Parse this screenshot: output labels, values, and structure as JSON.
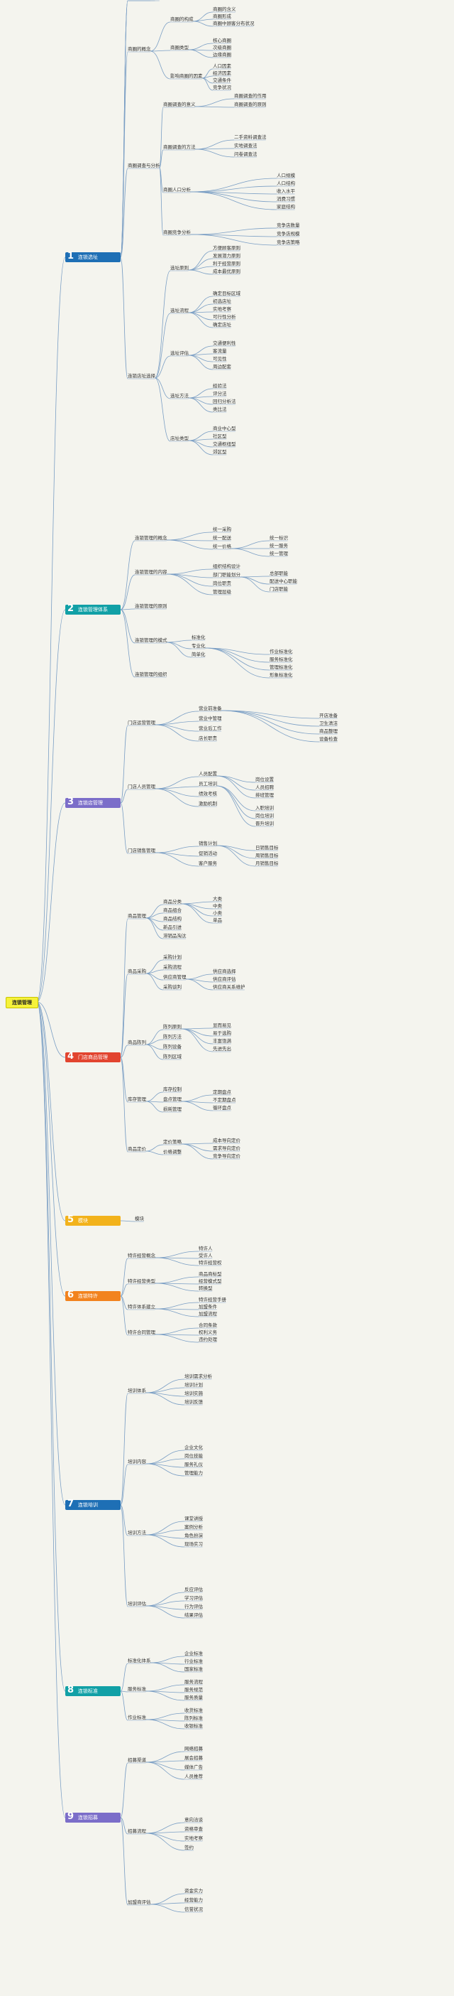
{
  "root": "连锁管理",
  "colors": {
    "b1": "#1e6fb5",
    "b2": "#11a0a6",
    "b3": "#7b6dc9",
    "b4": "#e2442f",
    "b5": "#f2b21b",
    "b6": "#f2831e",
    "b7": "#1e6fb5",
    "b8": "#11a0a6",
    "b9": "#7b6dc9",
    "line": "#7a9ec4"
  },
  "branches": [
    {
      "num": "1",
      "label": "连锁选址"
    },
    {
      "num": "2",
      "label": "连锁管理体系"
    },
    {
      "num": "3",
      "label": "连锁店管理"
    },
    {
      "num": "4",
      "label": "门店商品管理"
    },
    {
      "num": "5",
      "label": "模块"
    },
    {
      "num": "6",
      "label": "连锁特许"
    },
    {
      "num": "7",
      "label": "连锁培训"
    },
    {
      "num": "8",
      "label": "连锁标准"
    },
    {
      "num": "9",
      "label": "连锁招募"
    }
  ],
  "b1": {
    "l2": [
      "商圈的概念",
      "商圈调查与分析",
      "连锁店址选择"
    ],
    "a": [
      "商圈的构成",
      "商圈类型",
      "影响商圈的因素"
    ],
    "a1": [
      "商圈的含义",
      "商圈形成",
      "商圈中顾客分布状况"
    ],
    "a2": [
      "核心商圈",
      "次级商圈",
      "边缘商圈"
    ],
    "a3": [
      "人口因素",
      "经济因素",
      "交通条件",
      "竞争状况"
    ],
    "b": [
      "商圈调查的意义",
      "商圈调查的方法",
      "商圈人口分析",
      "商圈竞争分析"
    ],
    "b1": [
      "商圈调查的作用",
      "商圈调查的原则"
    ],
    "b2": [
      "二手资料调查法",
      "实地调查法",
      "问卷调查法"
    ],
    "b3": [
      "人口规模",
      "人口结构",
      "收入水平",
      "消费习惯",
      "家庭结构"
    ],
    "b4": [
      "竞争店数量",
      "竞争店规模",
      "竞争店策略"
    ],
    "c": [
      "选址原则",
      "选址流程",
      "选址评估",
      "选址方法",
      "店址类型"
    ],
    "c1": [
      "方便顾客原则",
      "发展潜力原则",
      "利于经营原则",
      "成本最优原则"
    ],
    "c2": [
      "确定目标区域",
      "初选店址",
      "实地考察",
      "可行性分析",
      "确定店址"
    ],
    "c3": [
      "交通便利性",
      "客流量",
      "可见性",
      "周边配套"
    ],
    "c4": [
      "经验法",
      "评分法",
      "回归分析法",
      "类比法"
    ],
    "c5": [
      "商业中心型",
      "社区型",
      "交通枢纽型",
      "郊区型"
    ]
  },
  "b2": {
    "l2": [
      "连锁管理的概念",
      "连锁管理的内容",
      "连锁管理的原则",
      "连锁管理的模式",
      "连锁管理的组织"
    ],
    "a": [
      "统一采购",
      "统一配送",
      "统一价格"
    ],
    "a1": [
      "统一标识",
      "统一服务",
      "统一管理"
    ],
    "b": [
      "组织结构设计",
      "部门职能划分",
      "岗位职责",
      "管理层级"
    ],
    "b1": [
      "总部职能",
      "配送中心职能",
      "门店职能"
    ],
    "c": [
      "标准化",
      "专业化",
      "简单化"
    ],
    "c1": [
      "作业标准化",
      "服务标准化",
      "管理标准化",
      "形象标准化"
    ]
  },
  "b3": {
    "l2": [
      "门店运营管理",
      "门店人员管理",
      "门店销售管理"
    ],
    "a": [
      "营业前准备",
      "营业中管理",
      "营业后工作",
      "店长职责"
    ],
    "a1": [
      "开店准备",
      "卫生清洁",
      "商品整理",
      "设备检查"
    ],
    "b": [
      "人员配置",
      "员工培训",
      "绩效考核",
      "激励机制"
    ],
    "b1": [
      "岗位设置",
      "人员招聘",
      "排班管理"
    ],
    "b2": [
      "入职培训",
      "岗位培训",
      "晋升培训"
    ],
    "c": [
      "销售计划",
      "促销活动",
      "客户服务"
    ],
    "c1": [
      "日销售目标",
      "周销售目标",
      "月销售目标"
    ]
  },
  "b4": {
    "l2": [
      "商品管理",
      "商品采购",
      "商品陈列",
      "库存管理",
      "商品定价"
    ],
    "a": [
      "商品分类",
      "商品组合",
      "商品结构",
      "新品引进",
      "滞销品淘汰"
    ],
    "a1": [
      "大类",
      "中类",
      "小类",
      "单品"
    ],
    "b": [
      "采购计划",
      "采购流程",
      "供应商管理",
      "采购谈判"
    ],
    "b1": [
      "供应商选择",
      "供应商评估",
      "供应商关系维护"
    ],
    "c": [
      "陈列原则",
      "陈列方法",
      "陈列设备",
      "陈列区域"
    ],
    "c1": [
      "显而易见",
      "易于选购",
      "丰富饱满",
      "先进先出"
    ],
    "d": [
      "库存控制",
      "盘点管理",
      "损耗管理"
    ],
    "d1": [
      "定期盘点",
      "不定期盘点",
      "循环盘点"
    ],
    "e": [
      "定价策略",
      "价格调整"
    ],
    "e1": [
      "成本导向定价",
      "需求导向定价",
      "竞争导向定价"
    ]
  },
  "b5": {
    "note": "模块"
  },
  "b6": {
    "l2": [
      "特许经营概念",
      "特许经营类型",
      "特许体系建立",
      "特许合同管理"
    ],
    "a": [
      "特许人",
      "受许人",
      "特许经营权"
    ],
    "b": [
      "商品商标型",
      "经营模式型",
      "转换型"
    ],
    "c": [
      "特许经营手册",
      "加盟条件",
      "加盟流程"
    ],
    "d": [
      "合同条款",
      "权利义务",
      "违约处理"
    ]
  },
  "b7": {
    "l2": [
      "培训体系",
      "培训内容",
      "培训方法",
      "培训评估"
    ],
    "a": [
      "培训需求分析",
      "培训计划",
      "培训实施",
      "培训反馈"
    ],
    "b": [
      "企业文化",
      "岗位技能",
      "服务礼仪",
      "管理能力"
    ],
    "c": [
      "课堂讲授",
      "案例分析",
      "角色扮演",
      "现场实习"
    ],
    "d": [
      "反应评估",
      "学习评估",
      "行为评估",
      "结果评估"
    ]
  },
  "b8": {
    "l2": [
      "标准化体系",
      "服务标准",
      "作业标准"
    ],
    "a": [
      "企业标准",
      "行业标准",
      "国家标准"
    ],
    "b": [
      "服务流程",
      "服务规范",
      "服务质量"
    ],
    "c": [
      "收货标准",
      "陈列标准",
      "收银标准"
    ]
  },
  "b9": {
    "l2": [
      "招募渠道",
      "招募流程",
      "加盟商评估"
    ],
    "a": [
      "网络招募",
      "展会招募",
      "媒体广告",
      "人员推荐"
    ],
    "b": [
      "意向洽谈",
      "资格审查",
      "实地考察",
      "签约"
    ],
    "c": [
      "资金实力",
      "经营能力",
      "信誉状况"
    ]
  }
}
